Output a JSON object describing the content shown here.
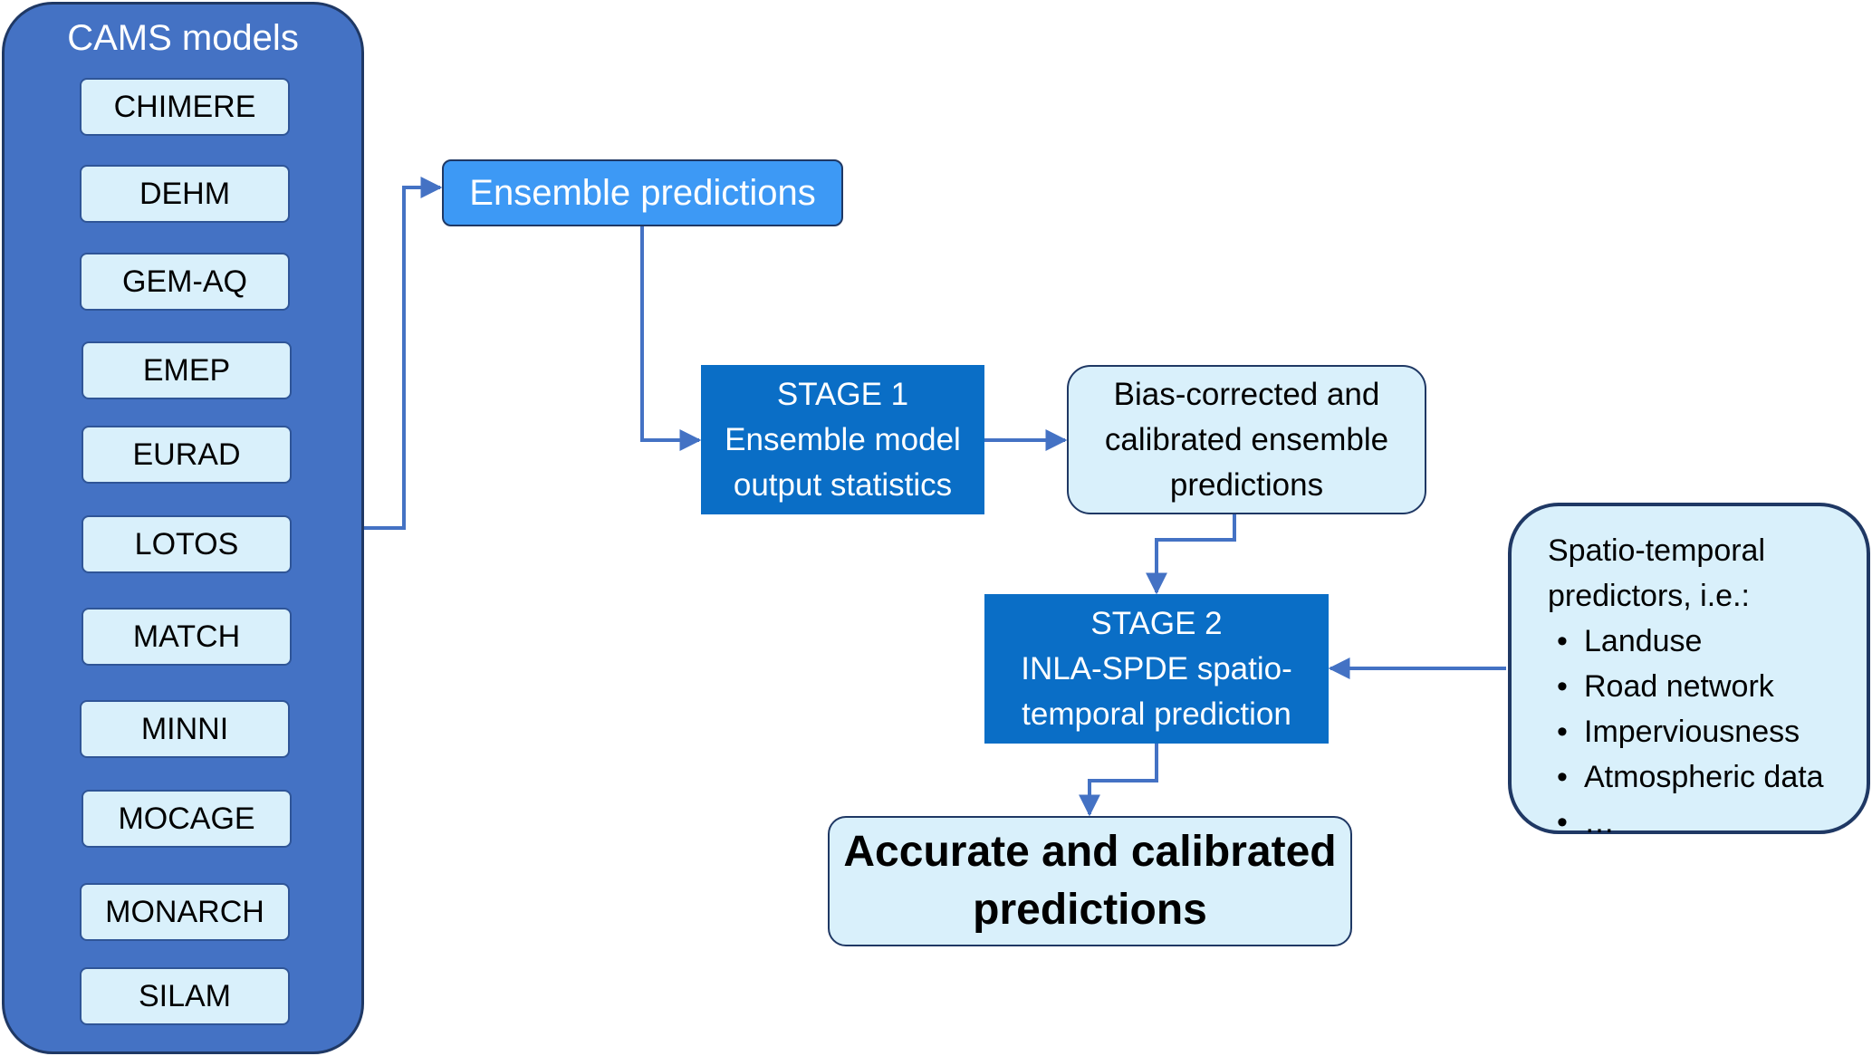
{
  "cams": {
    "title": "CAMS models",
    "models": [
      "CHIMERE",
      "DEHM",
      "GEM-AQ",
      "EMEP",
      "EURAD",
      "LOTOS",
      "MATCH",
      "MINNI",
      "MOCAGE",
      "MONARCH",
      "SILAM"
    ]
  },
  "ensemble": {
    "label": "Ensemble predictions"
  },
  "stage1": {
    "line1": "STAGE 1",
    "line2": "Ensemble model",
    "line3": "output statistics"
  },
  "bias": {
    "line1": "Bias-corrected and",
    "line2": "calibrated ensemble",
    "line3": "predictions"
  },
  "stage2": {
    "line1": "STAGE 2",
    "line2": "INLA-SPDE spatio-",
    "line3": "temporal prediction"
  },
  "accurate": {
    "line1": "Accurate and calibrated",
    "line2": "predictions"
  },
  "spatio": {
    "line1": "Spatio-temporal",
    "line2": "predictors, i.e.:",
    "items": [
      "Landuse",
      "Road network",
      "Imperviousness",
      "Atmospheric data",
      "…"
    ]
  },
  "colors": {
    "container_blue": "#4472c4",
    "light_box": "#d9f0fb",
    "stage_blue": "#0a6ec6",
    "ensemble_blue": "#3d99f5",
    "arrow": "#4472c4"
  }
}
